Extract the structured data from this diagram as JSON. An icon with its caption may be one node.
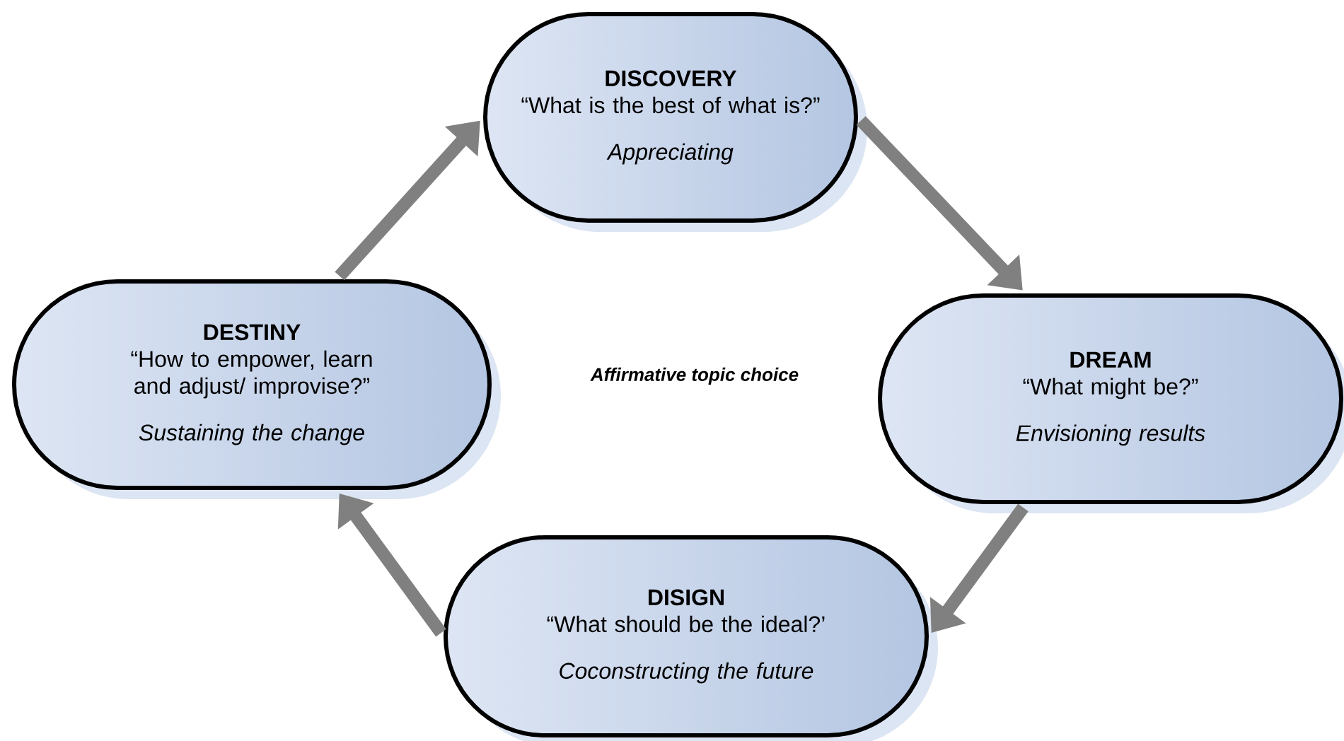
{
  "diagram": {
    "nodes": [
      {
        "text": [
          "DISCOVERY",
          "“What is the best of what is?”",
          "Appreciating"
        ]
      },
      {
        "text": [
          "DREAM",
          "“What might be?”",
          "Envisioning results"
        ]
      },
      {
        "text": [
          "DISIGN",
          "“What should be the ideal?’",
          "Coconstructing the future"
        ]
      },
      {
        "text": [
          "DESTINY",
          "“How to empower, learn and adjust/ improvise?”",
          "Sustaining the change"
        ]
      }
    ],
    "edges": [
      {
        "from": 0,
        "to": 1,
        "arrow": "to"
      },
      {
        "from": 1,
        "to": 2,
        "arrow": "to"
      },
      {
        "from": 2,
        "to": 3,
        "arrow": "to"
      },
      {
        "from": 3,
        "to": 0,
        "arrow": "to"
      }
    ],
    "labels": [
      "Affirmative topic choice"
    ]
  }
}
